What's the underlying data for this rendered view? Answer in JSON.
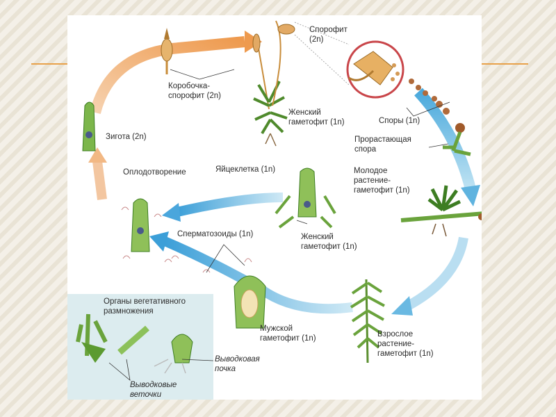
{
  "theme": {
    "accent": "#e8a14a",
    "bg_stripe": "#ebe5d8",
    "arrow_orange": "#eea15b",
    "arrow_blue": "#5fb3df",
    "moss_green": "#6aa33c"
  },
  "labels": {
    "sporophyte": "Спорофит\n(2n)",
    "capsule_sporophyte": "Коробочка-\nспорофит (2n)",
    "female_gametophyte_top": "Женский\nгаметофит (1n)",
    "spores": "Споры (1n)",
    "zygote": "Зигота (2n)",
    "germinating_spore": "Прорастающая\nспора",
    "fertilization": "Оплодотворение",
    "egg_cell": "Яйцеклетка (1n)",
    "young_plant": "Молодое\nрастение-\nгаметофит (1n)",
    "sperm": "Сперматозоиды (1n)",
    "female_gametophyte_mid": "Женский\nгаметофит (1n)",
    "vegetative_organs": "Органы вегетативного\nразмножения",
    "male_gametophyte": "Мужской\nгаметофит (1n)",
    "adult_plant": "Взрослое\nрастение-\nгаметофит (1n)",
    "brood_bud": "Выводковая\nпочка",
    "brood_branches": "Выводковые\nветочки"
  }
}
